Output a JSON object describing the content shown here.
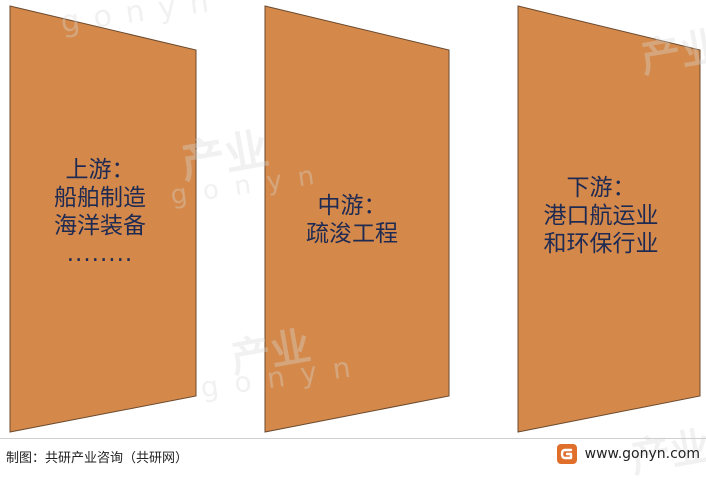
{
  "colors": {
    "panel_fill": "#d4894b",
    "panel_stroke": "#6b4a2e",
    "text": "#1f2a52",
    "logo": "#e06f2c"
  },
  "watermark": {
    "text_latin": "gonyn",
    "text_cn": "产业"
  },
  "panels": [
    {
      "heading": "上游：",
      "lines": [
        "船舶制造",
        "海洋装备"
      ],
      "ellipsis": "........"
    },
    {
      "heading": "中游：",
      "lines": [
        "疏浚工程"
      ]
    },
    {
      "heading": "下游：",
      "lines": [
        "港口航运业",
        "和环保行业"
      ]
    }
  ],
  "footer": {
    "source": "制图：共研产业咨询（共研网）",
    "logo_icon": "gonyn-logo-icon",
    "url": "www.gonyn.com"
  }
}
